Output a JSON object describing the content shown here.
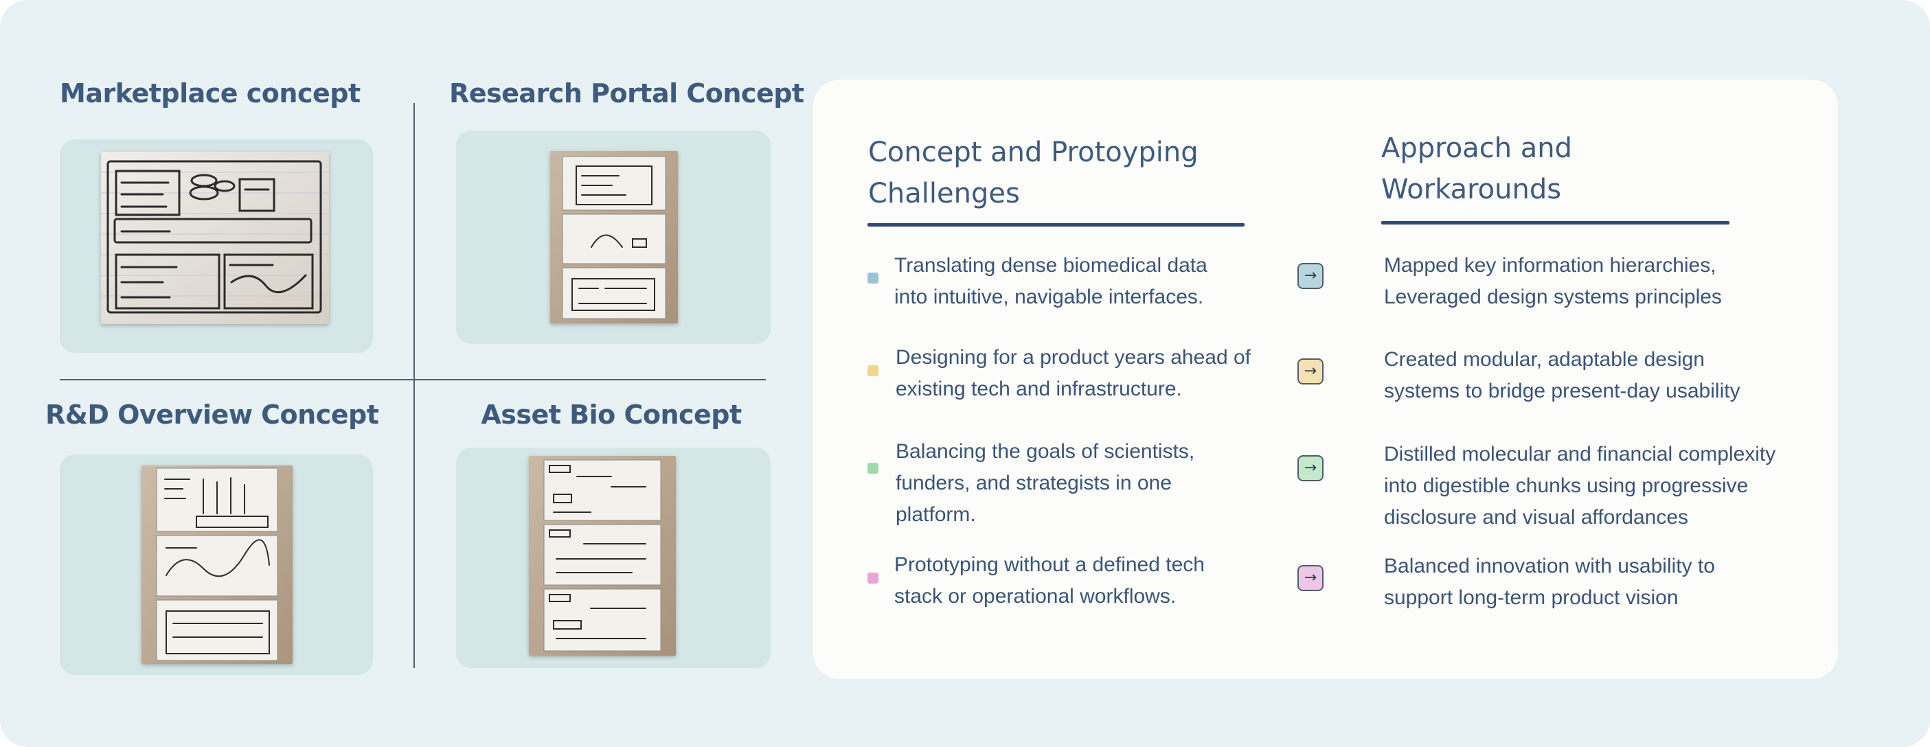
{
  "concepts": [
    {
      "title": "Marketplace concept"
    },
    {
      "title": "Research Portal Concept"
    },
    {
      "title": "R&D  Overview Concept"
    },
    {
      "title": "Asset Bio Concept"
    }
  ],
  "panel": {
    "challenges_heading": "Concept and Protoyping Challenges",
    "approach_heading": "Approach and Workarounds",
    "rows": [
      {
        "challenge": "Translating dense biomedical data into intuitive, navigable interfaces.",
        "approach": "Mapped key information hierarchies, Leveraged design systems principles",
        "arrow": "→",
        "color": "#9cc2d4"
      },
      {
        "challenge": "Designing for a product years ahead of existing tech and infrastructure.",
        "approach": "Created modular, adaptable design systems to bridge present-day usability",
        "arrow": "→",
        "color": "#f2d58c"
      },
      {
        "challenge": "Balancing the goals of scientists, funders, and strategists in one platform.",
        "approach": "Distilled molecular and financial complexity into digestible chunks using progressive disclosure and visual affordances",
        "arrow": "→",
        "color": "#9fd9ae"
      },
      {
        "challenge": "Prototyping without a defined tech stack or operational workflows.",
        "approach": "Balanced innovation with usability to support long-term product vision",
        "arrow": "→",
        "color": "#e8a6d6"
      }
    ]
  },
  "colors": {
    "background": "#e8f1f3",
    "card": "#d5e6e6",
    "panel": "#fcfcfb",
    "heading": "#3e5a7e",
    "rule": "#2f4a6e"
  },
  "icons": {
    "arrow": "right-arrow-icon",
    "sketch": "paper-sketch-photo"
  }
}
